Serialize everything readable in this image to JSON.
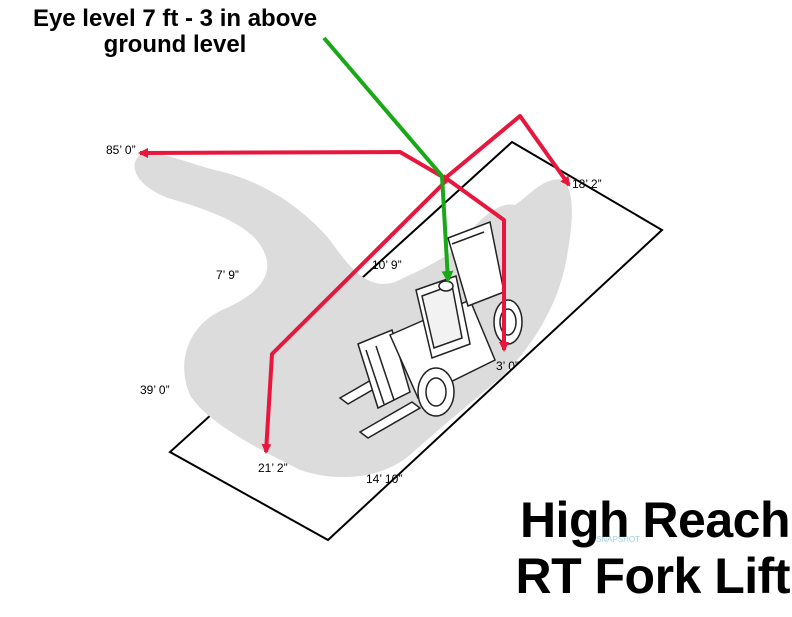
{
  "eye_level_title": "Eye level 7 ft - 3 in above ground level",
  "main_title_line1": "High Reach",
  "main_title_line2": "RT Fork Lift",
  "watermark_text": "SNAPSHOT",
  "dimensions": {
    "far_left": "85’ 0”",
    "right_top": "18’ 2”",
    "left_mid": "7’ 9”",
    "center": "10’ 9”",
    "right_low": "3’ 0”",
    "left_low": "39’ 0”",
    "bottom_left": "21’ 2”",
    "bottom_center": "14’ 10”"
  },
  "colors": {
    "sight_line": "#e8163c",
    "eye_line": "#18a818",
    "blind_zone": "#dcdcdc",
    "outline": "#000000"
  }
}
